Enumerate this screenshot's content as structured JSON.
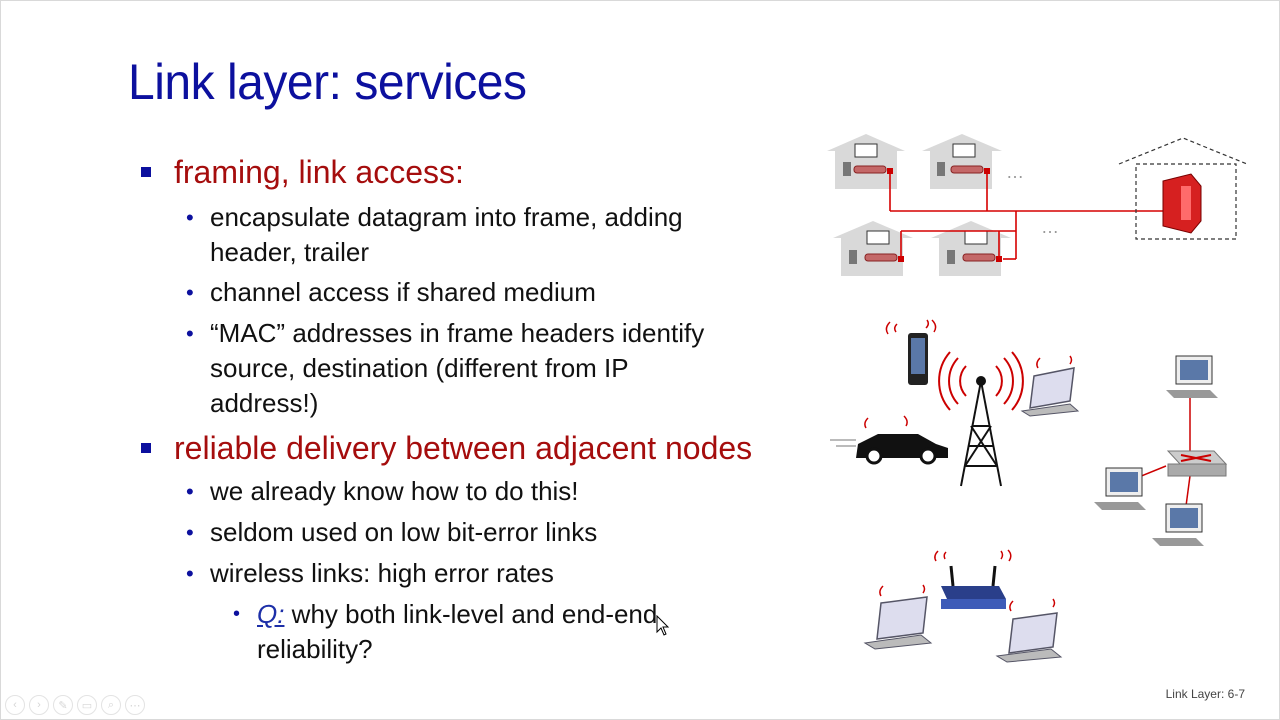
{
  "slide": {
    "title": "Link layer: services",
    "bullet1": {
      "heading": "framing, link access:",
      "items": [
        {
          "line1": "encapsulate datagram into frame, adding",
          "line2": "header, trailer"
        },
        {
          "line1": "channel access if shared medium"
        },
        {
          "line1": "“MAC” addresses in frame headers identify",
          "line2": "source, destination (different from IP",
          "line3": "address!)"
        }
      ]
    },
    "bullet2": {
      "heading": "reliable delivery between adjacent nodes",
      "items": [
        {
          "line1": "we already know how to do this!"
        },
        {
          "line1": "seldom used on low bit-error links"
        },
        {
          "line1": "wireless links: high error rates"
        }
      ],
      "sub": {
        "q": "Q:",
        "line1": " why both link-level and end-end",
        "line2": "reliability?"
      }
    },
    "footer": "Link Layer: 6-7",
    "ellipsis": "…"
  },
  "controls": {
    "icons": [
      "prev-icon",
      "next-icon",
      "pen-icon",
      "slides-icon",
      "zoom-icon",
      "more-icon"
    ],
    "glyphs": [
      "‹",
      "›",
      "✎",
      "▭",
      "⌕",
      "⋯"
    ]
  },
  "colors": {
    "title": "#0c109e",
    "heading": "#a50d0d",
    "link_red": "#d60000",
    "gray_house": "#d9d9d9"
  }
}
